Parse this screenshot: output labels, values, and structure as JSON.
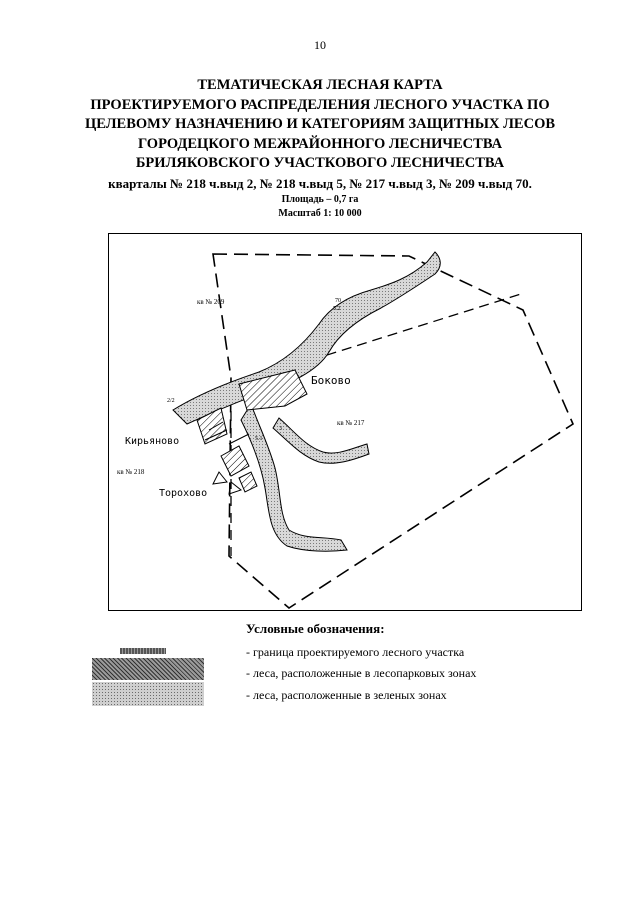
{
  "page_number": "10",
  "title": {
    "line1": "ТЕМАТИЧЕСКАЯ ЛЕСНАЯ КАРТА",
    "line2": "ПРОЕКТИРУЕМОГО РАСПРЕДЕЛЕНИЯ ЛЕСНОГО УЧАСТКА ПО",
    "line3": "ЦЕЛЕВОМУ НАЗНАЧЕНИЮ И КАТЕГОРИЯМ ЗАЩИТНЫХ ЛЕСОВ",
    "line4": "ГОРОДЕЦКОГО МЕЖРАЙОННОГО ЛЕСНИЧЕСТВА",
    "line5": "БРИЛЯКОВСКОГО УЧАСТКОВОГО ЛЕСНИЧЕСТВА",
    "quarters": "кварталы № 218 ч.выд 2, № 218 ч.выд 5, № 217 ч.выд 3, № 209 ч.выд 70.",
    "area": "Площадь – 0,7 га",
    "scale": "Масштаб 1: 10 000"
  },
  "map": {
    "labels": {
      "kv209": "кв № 209",
      "kv217": "кв № 217",
      "kv218": "кв № 218",
      "bokovo": "Боково",
      "kiryanovo": "Кирьяново",
      "torokhovo": "Торохово",
      "vyd_a": "70",
      "vyd_b": "5.2",
      "vyd_c": "2/2",
      "vyd_d": "3",
      "vyd_e": "5.1"
    }
  },
  "legend": {
    "title": "Условные обозначения:",
    "items": [
      {
        "label": "- граница проектируемого лесного участка",
        "pattern": "dashed-boundary"
      },
      {
        "label": "- леса, расположенные в лесопарковых зонах",
        "pattern": "dense-hatch"
      },
      {
        "label": "- леса, расположенные в зеленых зонах",
        "pattern": "light-dots"
      }
    ]
  }
}
